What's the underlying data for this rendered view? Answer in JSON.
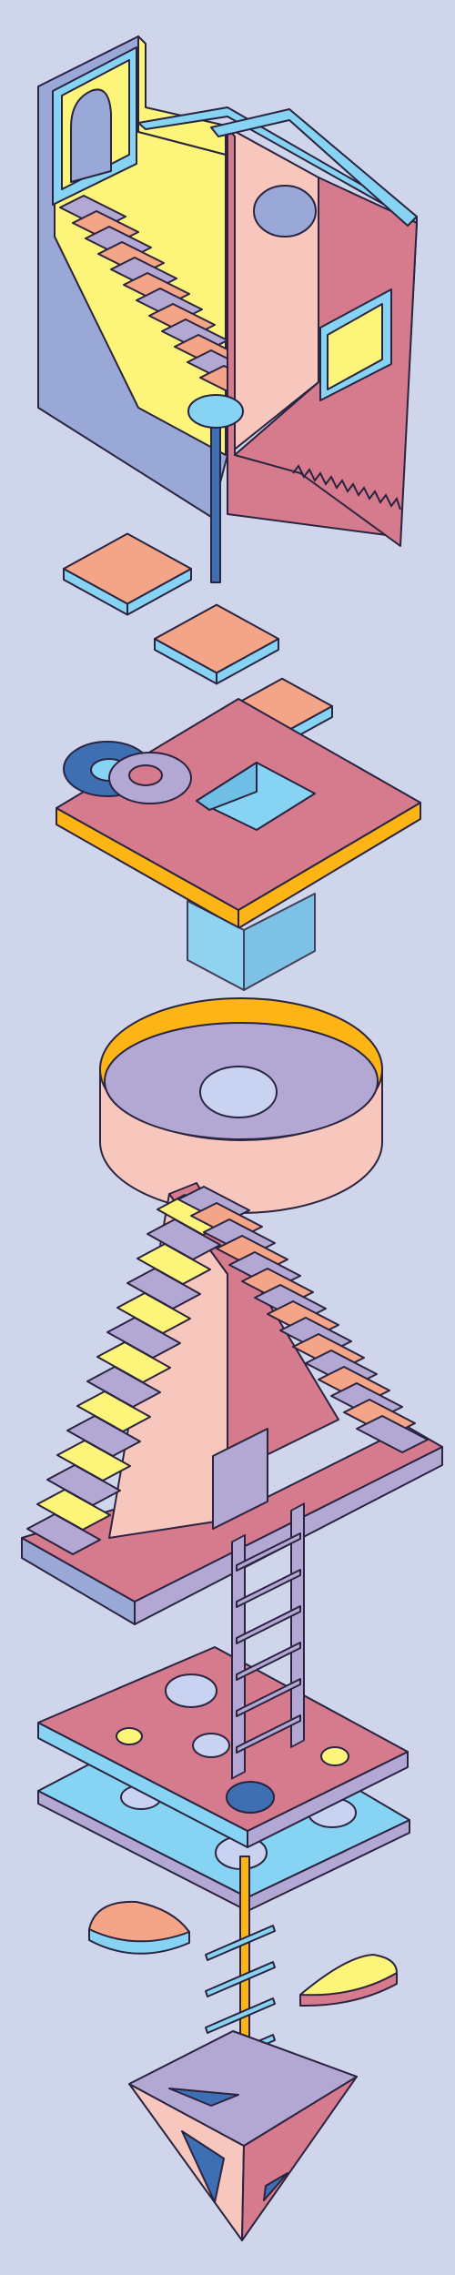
{
  "palette": {
    "background": "#cfd6ec",
    "outline": "#2b2440",
    "pink": "#d67b8e",
    "light_pink": "#f7c6bd",
    "peach": "#f4a487",
    "yellow": "#fdf57a",
    "sky": "#86d3f3",
    "periwinkle": "#9aa8d8",
    "lavender": "#b3a8d4",
    "orange": "#fdb515",
    "navy": "#3e6fb3"
  },
  "objects": [
    "tower-room",
    "floating-tiles",
    "pink-platform",
    "linked-rings",
    "glass-cube",
    "ring-pool",
    "stair-pyramid",
    "ladder",
    "holed-platforms",
    "half-discs",
    "bead-rungs",
    "inverted-pyramid"
  ]
}
